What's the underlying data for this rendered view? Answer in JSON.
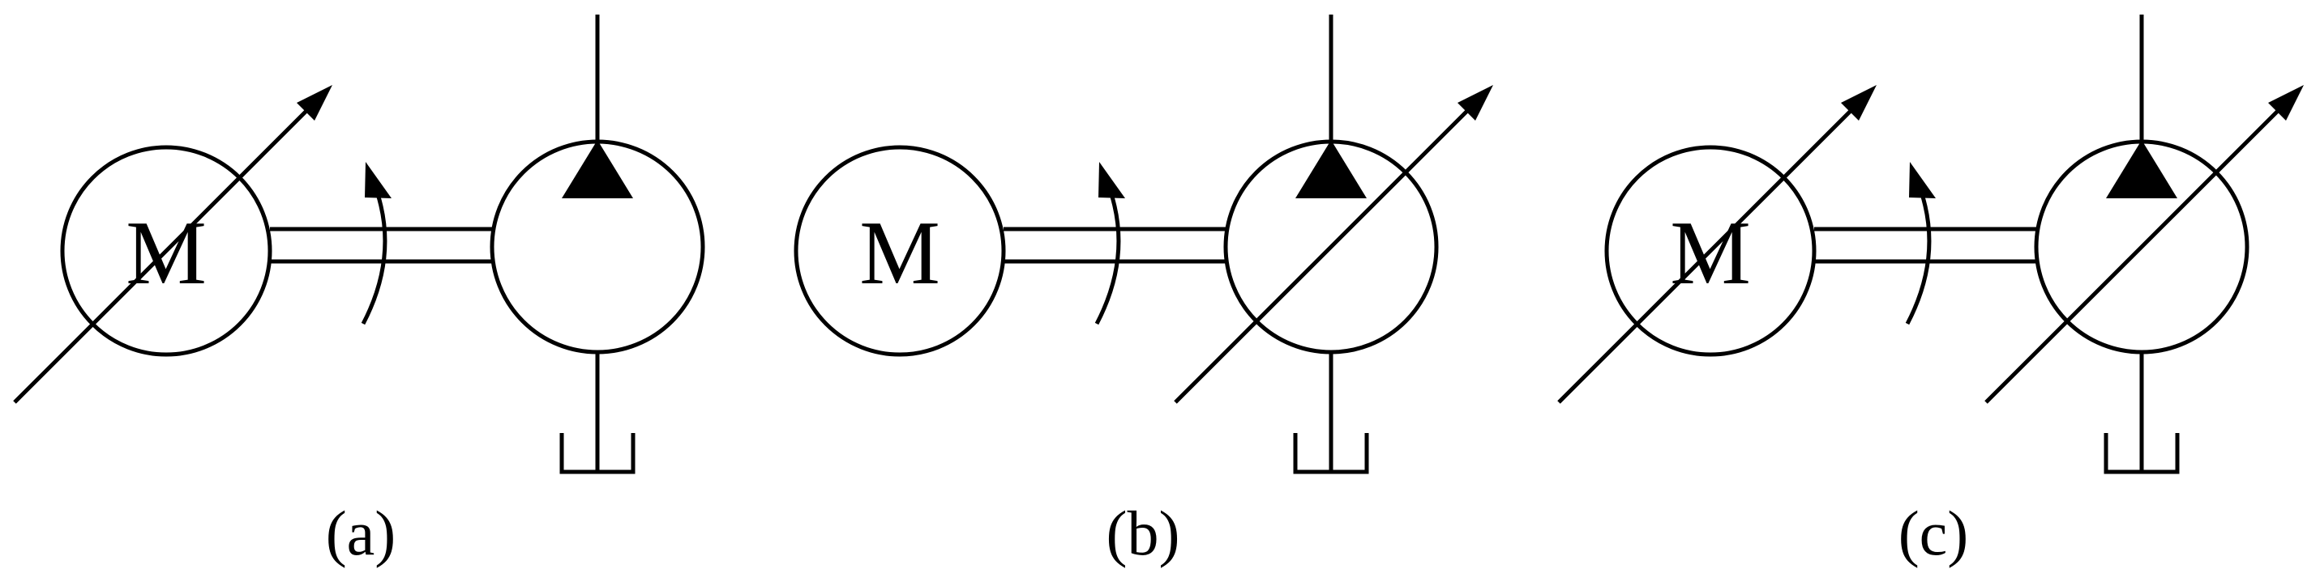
{
  "panels": [
    {
      "id": "a",
      "caption": "(a)",
      "motor": {
        "label": "M",
        "variable": true
      },
      "pump": {
        "variable": false
      }
    },
    {
      "id": "b",
      "caption": "(b)",
      "motor": {
        "label": "M",
        "variable": false
      },
      "pump": {
        "variable": true
      }
    },
    {
      "id": "c",
      "caption": "(c)",
      "motor": {
        "label": "M",
        "variable": true
      },
      "pump": {
        "variable": true
      }
    }
  ]
}
